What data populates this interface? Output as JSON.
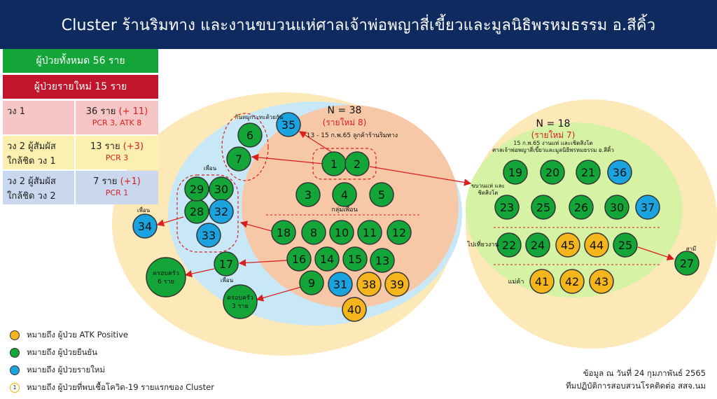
{
  "title": "Cluster ร้านริมทาง และงานขบวนแห่ศาลเจ้าพ่อพญาสี่เขี้ยวและมูลนิธิพรหมธรรม อ.สีคิ้ว",
  "summary": {
    "total": "ผู้ป่วยทั้งหมด 56 ราย",
    "new": "ผู้ป่วยรายใหม่ 15 ราย",
    "rows": [
      {
        "label": "วง 1",
        "count": "36 ราย",
        "delta": "(+ 11)",
        "tests": "PCR 3, ATK 8"
      },
      {
        "label": "วง 2 ผู้สัมผัสใกล้ชิด วง 1",
        "count": "13 ราย",
        "delta": "(+3)",
        "tests": "PCR 3"
      },
      {
        "label": "วง 2 ผู้สัมผัสใกล้ชิด วง 2",
        "count": "7 ราย",
        "delta": "(+1)",
        "tests": "PCR 1"
      }
    ]
  },
  "colors": {
    "header_bg": "#0f2a5e",
    "atk": "#f5b51c",
    "confirmed": "#13a538",
    "new": "#1ba3e0",
    "outer": "#fde9b8",
    "ring1": "#c8e8f7",
    "ring2": "#f6c8a8",
    "green_ring": "#d6f2a4"
  },
  "left_cluster": {
    "n": "N = 38",
    "n_new": "(รายใหม่ 8)",
    "date_note": "13 - 15 ก.พ.65 ลูกค้าร้านริมทาง",
    "group_label": "กลุ่มเพื่อน",
    "eat_label": "กินหมูกระทะด้วยกัน",
    "friend_label_1": "เพื่อน",
    "friend_label_2": "เพื่อน",
    "friend_label_3": "เพื่อน",
    "family6": "ครอบครัว 6 ราย",
    "family3": "ครอบครัว 3 ราย"
  },
  "right_cluster": {
    "n": "N = 18",
    "n_new": "(รายใหม่ 7)",
    "note": "15 ก.พ.65 งานแห่ และเชิดสิงโต ศาลเจ้าพ่อพญาสี่เขี้ยวและมูลนิธิพรหมธรรม อ.สีคิ้ว",
    "parade_label": "ขบวนแห่ และเชิดสิงโต",
    "trip_label": "ไปเที่ยวงาน",
    "vendor_label": "แม่ค้า",
    "husband_label": "สามี"
  },
  "nodes": [
    {
      "id": "1",
      "t": "c",
      "first": true
    },
    {
      "id": "2",
      "t": "c",
      "first": true
    },
    {
      "id": "3",
      "t": "c"
    },
    {
      "id": "4",
      "t": "c"
    },
    {
      "id": "5",
      "t": "c"
    },
    {
      "id": "6",
      "t": "c"
    },
    {
      "id": "7",
      "t": "c"
    },
    {
      "id": "8",
      "t": "c"
    },
    {
      "id": "9",
      "t": "c"
    },
    {
      "id": "10",
      "t": "c"
    },
    {
      "id": "11",
      "t": "c"
    },
    {
      "id": "12",
      "t": "c"
    },
    {
      "id": "13",
      "t": "c"
    },
    {
      "id": "14",
      "t": "c"
    },
    {
      "id": "15",
      "t": "c"
    },
    {
      "id": "16",
      "t": "c"
    },
    {
      "id": "17",
      "t": "c"
    },
    {
      "id": "18",
      "t": "c"
    },
    {
      "id": "19",
      "t": "c"
    },
    {
      "id": "20",
      "t": "c"
    },
    {
      "id": "21",
      "t": "c"
    },
    {
      "id": "22",
      "t": "c"
    },
    {
      "id": "23",
      "t": "c"
    },
    {
      "id": "24",
      "t": "c"
    },
    {
      "id": "25",
      "t": "c"
    },
    {
      "id": "25b",
      "label": "25",
      "t": "c"
    },
    {
      "id": "26",
      "t": "c"
    },
    {
      "id": "27",
      "t": "c"
    },
    {
      "id": "28",
      "t": "c"
    },
    {
      "id": "29",
      "t": "c"
    },
    {
      "id": "30",
      "t": "c"
    },
    {
      "id": "30b",
      "label": "30",
      "t": "c"
    },
    {
      "id": "31",
      "t": "n"
    },
    {
      "id": "32",
      "t": "n"
    },
    {
      "id": "33",
      "t": "n"
    },
    {
      "id": "34",
      "t": "n"
    },
    {
      "id": "35",
      "t": "n"
    },
    {
      "id": "36",
      "t": "n"
    },
    {
      "id": "37",
      "t": "n"
    },
    {
      "id": "38",
      "t": "a"
    },
    {
      "id": "39",
      "t": "a"
    },
    {
      "id": "40",
      "t": "a"
    },
    {
      "id": "41",
      "t": "a"
    },
    {
      "id": "42",
      "t": "a"
    },
    {
      "id": "43",
      "t": "a"
    },
    {
      "id": "44",
      "t": "a"
    },
    {
      "id": "45",
      "t": "a"
    }
  ],
  "legend": [
    {
      "type": "atk",
      "text": "หมายถึง ผู้ป่วย ATK Positive"
    },
    {
      "type": "confirmed",
      "text": "หมายถึง ผู้ป่วยยืนยัน"
    },
    {
      "type": "new",
      "text": "หมายถึง ผู้ป่วยรายใหม่"
    },
    {
      "type": "first",
      "marker": "1",
      "text": "หมายถึง ผู้ป่วยที่พบเชื้อโควิด-19 รายแรกของ Cluster"
    }
  ],
  "footer": {
    "line1": "ข้อมูล ณ วันที่ 24 กุมภาพันธ์ 2565",
    "line2": "ทีมปฏิบัติการสอบสวนโรคติดต่อ สสจ.นม"
  }
}
